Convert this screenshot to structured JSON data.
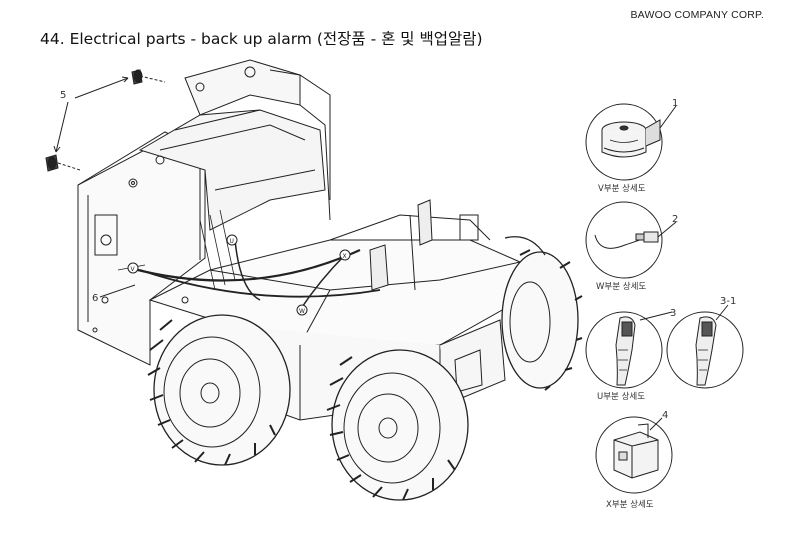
{
  "header": {
    "company": "BAWOO COMPANY CORP.",
    "title": "44. Electrical parts - back up alarm (전장품 - 혼 및 백업알람)"
  },
  "callouts": {
    "c1": "1",
    "c2": "2",
    "c3": "3",
    "c31": "3-1",
    "c4": "4",
    "c5": "5",
    "c6": "6"
  },
  "detail_views": {
    "v_label": "V부분 상세도",
    "w_label": "W부분 상세도",
    "u_label": "U부분 상세도",
    "x_label": "X부분 상세도"
  },
  "markers": {
    "u": "U",
    "v": "V",
    "w": "W",
    "x": "X"
  }
}
